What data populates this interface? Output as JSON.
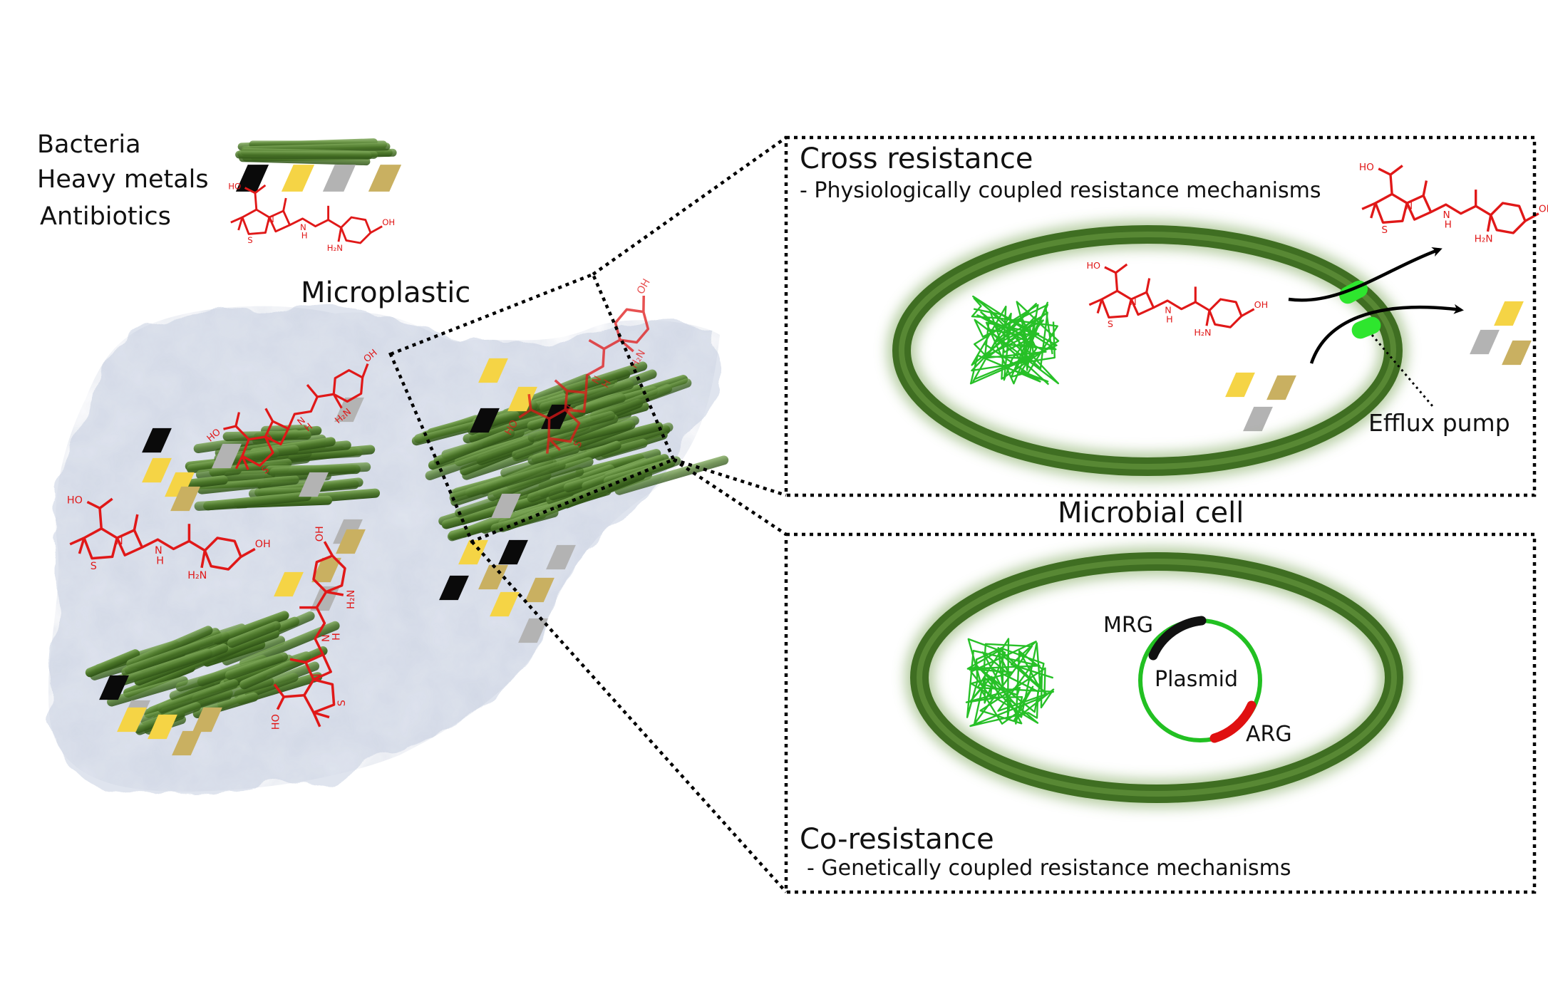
{
  "legend": {
    "bacteria": "Bacteria",
    "heavy_metals": "Heavy metals",
    "antibiotics": "Antibiotics"
  },
  "microplastic": {
    "label": "Microplastic"
  },
  "cross_resistance": {
    "title": "Cross resistance",
    "subtitle": "- Physiologically coupled resistance mechanisms",
    "efflux_label": "Efflux pump"
  },
  "microbial_cell": {
    "label": "Microbial cell"
  },
  "co_resistance": {
    "title": "Co-resistance",
    "subtitle": "- Genetically coupled resistance mechanisms",
    "plasmid_label": "Plasmid",
    "mrg_label": "MRG",
    "arg_label": "ARG"
  },
  "molecule": {
    "ho": "HO",
    "oh": "OH",
    "n": "N",
    "s": "S",
    "h": "H",
    "h2n": "H₂N"
  },
  "colors": {
    "bacteria": "#4f7a2c",
    "membrane": "#3f6e22",
    "dna": "#27c027",
    "antibiotic": "#e01818",
    "efflux_pump": "#2ee62e",
    "metal_black": "#0a0a0a",
    "metal_yellow": "#f5d445",
    "metal_gray": "#b3b3b3",
    "metal_khaki": "#c9b061",
    "plasmid_ring": "#22c022",
    "mrg": "#111111",
    "arg": "#e01010"
  }
}
